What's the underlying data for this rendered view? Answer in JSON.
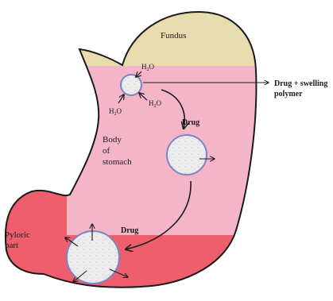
{
  "colors": {
    "fundus": "#e8dcae",
    "body": "#f5b5c8",
    "pyloric": "#ee5e6c",
    "outline": "#1a1a1a",
    "particle": "#e9e9e9",
    "particle_ring": "#7c85c4"
  },
  "labels": {
    "fundus": "Fundus",
    "body_line1": "Body",
    "body_line2": "of",
    "body_line3": "stomach",
    "pyloric_line1": "Pyloric",
    "pyloric_line2": "part",
    "drug_swelling_line1": "Drug + swelling",
    "drug_swelling_line2": "polymer",
    "drug_1": "Drug",
    "drug_2": "Drug",
    "water": "H",
    "water_sub": "2",
    "water_o": "O"
  }
}
